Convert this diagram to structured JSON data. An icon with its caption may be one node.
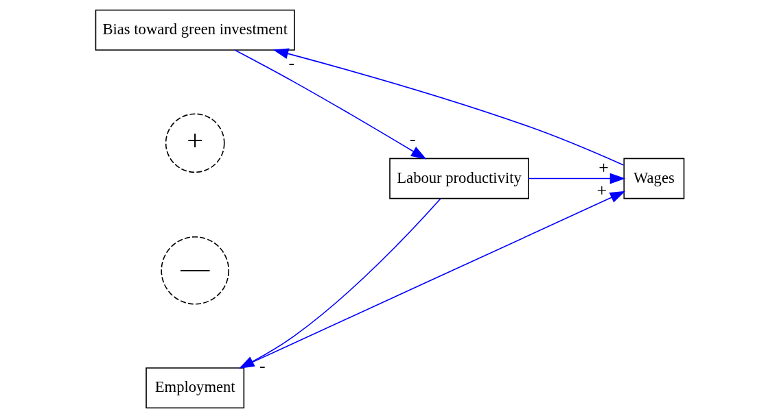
{
  "diagram": {
    "nodes": [
      {
        "text": [
          "Bias toward green investment"
        ]
      },
      {
        "text": [
          "Wages"
        ]
      },
      {
        "text": [
          "Labour productivity"
        ]
      },
      {
        "text": [
          "Employment"
        ]
      }
    ],
    "edges": [
      {
        "from": 1,
        "to": 0,
        "arrow": "to",
        "label": "-"
      },
      {
        "from": 0,
        "to": 2,
        "arrow": "to",
        "label": "-"
      },
      {
        "from": 2,
        "to": 1,
        "arrow": "to",
        "label": "+"
      },
      {
        "from": 2,
        "to": 3,
        "arrow": "to",
        "label": "-"
      },
      {
        "from": 3,
        "to": 1,
        "arrow": "to",
        "label": "+"
      }
    ],
    "labels": [
      "+",
      "—"
    ]
  }
}
